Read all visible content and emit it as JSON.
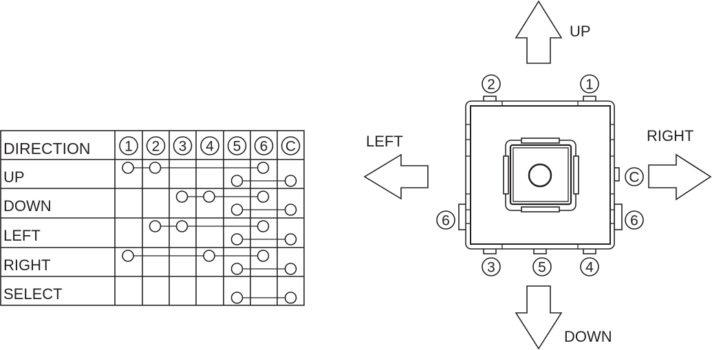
{
  "table": {
    "header": "DIRECTION",
    "terminals": [
      "1",
      "2",
      "3",
      "4",
      "5",
      "6",
      "C"
    ],
    "rows": [
      {
        "label": "UP",
        "upper": [
          "1",
          "2",
          "6"
        ],
        "lower": [
          "5",
          "C"
        ]
      },
      {
        "label": "DOWN",
        "upper": [
          "3",
          "4",
          "6"
        ],
        "lower": [
          "5",
          "C"
        ]
      },
      {
        "label": "LEFT",
        "upper": [
          "2",
          "3",
          "6"
        ],
        "lower": [
          "5",
          "C"
        ]
      },
      {
        "label": "RIGHT",
        "upper": [
          "1",
          "4",
          "6"
        ],
        "lower": [
          "5",
          "C"
        ]
      },
      {
        "label": "SELECT",
        "upper": [],
        "lower": [
          "5",
          "C"
        ]
      }
    ]
  },
  "switch": {
    "pins": {
      "top_left": "2",
      "top_right": "1",
      "right_common": "C",
      "left_side": "6",
      "right_side": "6",
      "bottom_left": "3",
      "bottom_center": "5",
      "bottom_right": "4"
    }
  },
  "arrows": {
    "up": "UP",
    "down": "DOWN",
    "left": "LEFT",
    "right": "RIGHT"
  },
  "colors": {
    "ink": "#231f20",
    "background": "#ffffff"
  }
}
